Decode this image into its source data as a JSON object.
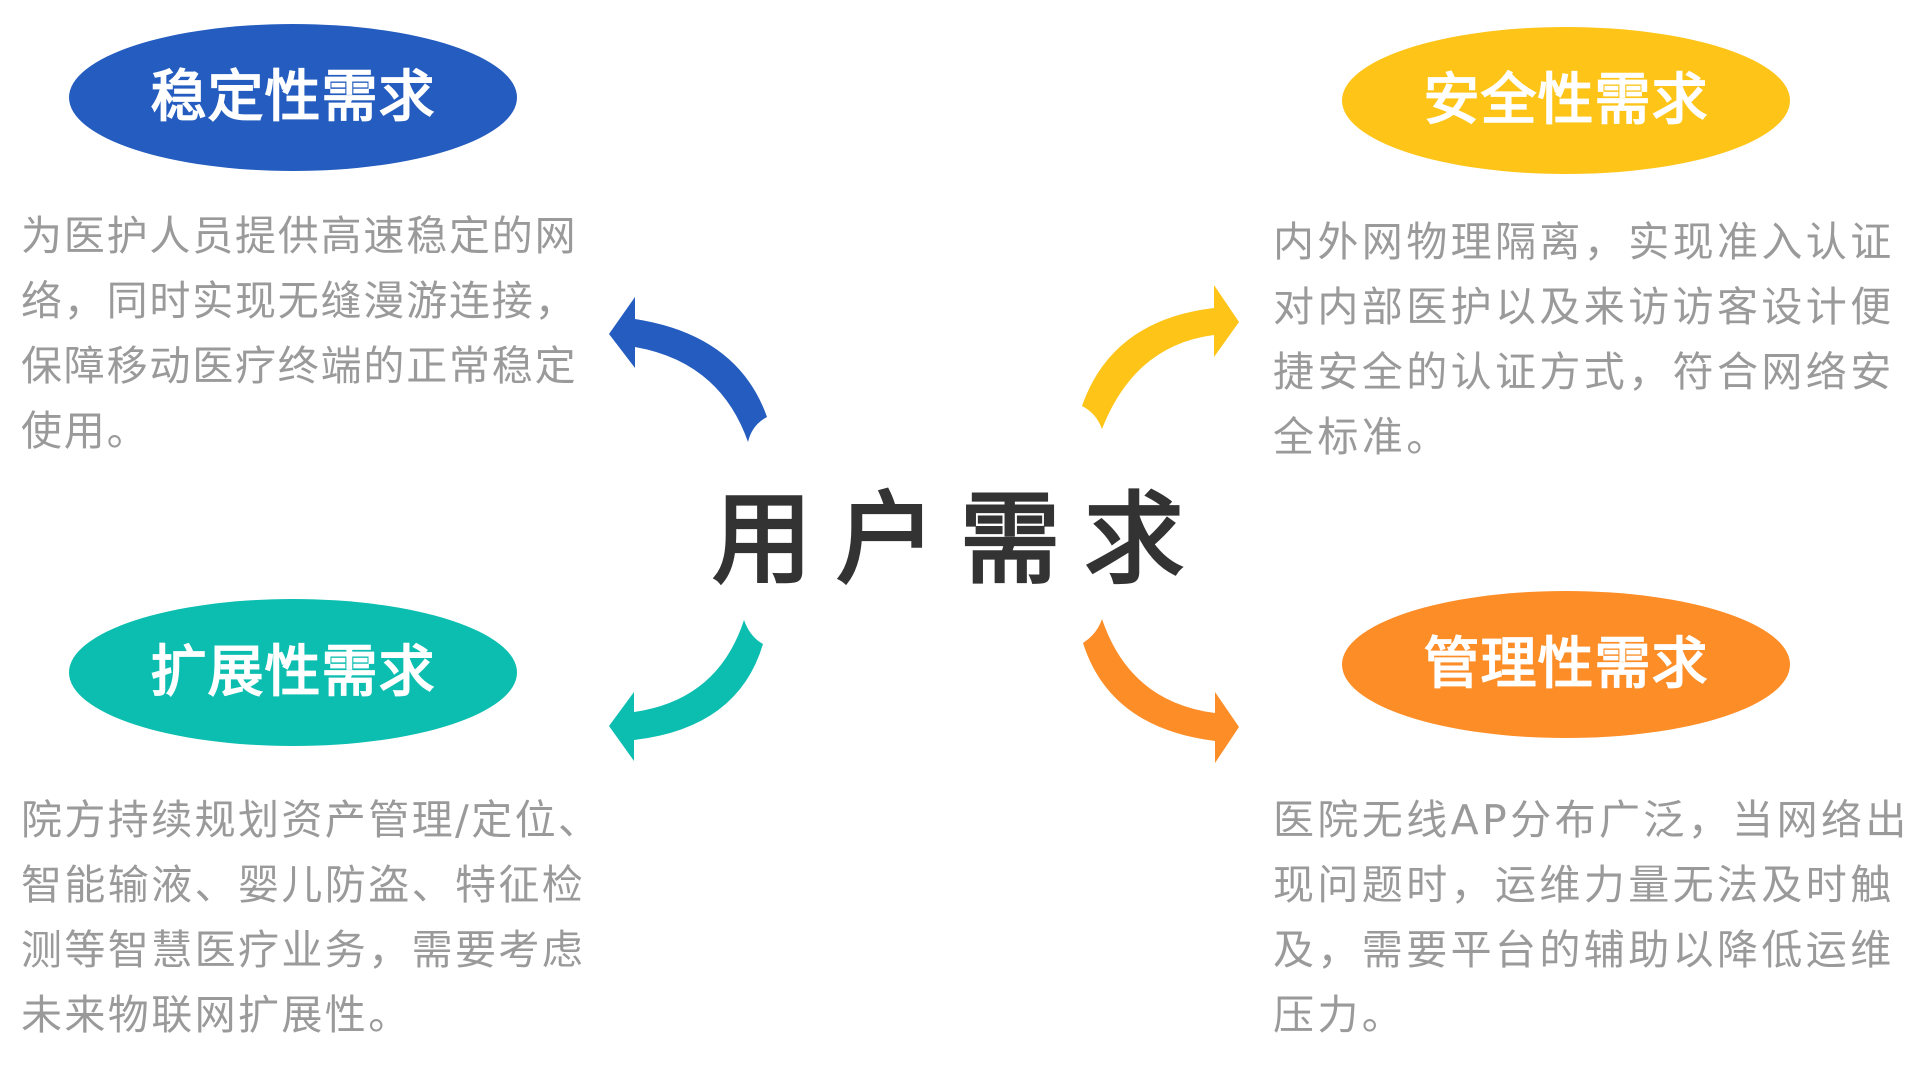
{
  "center": {
    "title": "用户需求"
  },
  "needs": [
    {
      "id": "stability",
      "title": "稳定性需求",
      "color": "#245CBF",
      "lines": [
        "为医护人员提供高速稳定的网",
        "络，同时实现无缝漫游连接，",
        "保障移动医疗终端的正常稳定",
        "使用。"
      ]
    },
    {
      "id": "security",
      "title": "安全性需求",
      "color": "#FEC418",
      "lines": [
        "内外网物理隔离，实现准入认证",
        "对内部医护以及来访访客设计便",
        "捷安全的认证方式，符合网络安",
        "全标准。"
      ]
    },
    {
      "id": "scalability",
      "title": "扩展性需求",
      "color": "#0BBEB0",
      "lines": [
        "院方持续规划资产管理/定位、",
        "智能输液、婴儿防盗、特征检",
        "测等智慧医疗业务，需要考虑",
        "未来物联网扩展性。"
      ]
    },
    {
      "id": "manageability",
      "title": "管理性需求",
      "color": "#FD8D27",
      "lines": [
        "医院无线AP分布广泛，当网络出",
        "现问题时，运维力量无法及时触",
        "及，需要平台的辅助以降低运维",
        "压力。"
      ]
    }
  ],
  "text_color": "#9A9A9A",
  "center_color": "#333333"
}
